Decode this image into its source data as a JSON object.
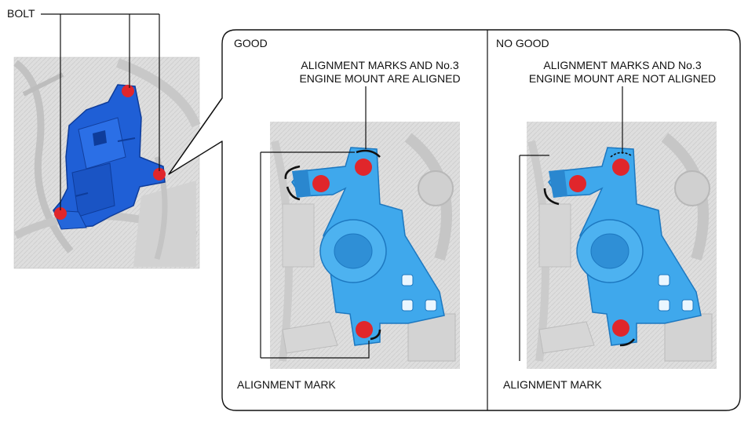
{
  "callouts": {
    "bolt": "BOLT"
  },
  "panels": [
    {
      "heading": "GOOD",
      "caption_line1": "ALIGNMENT MARKS AND No.3",
      "caption_line2": "ENGINE MOUNT ARE ALIGNED",
      "bottom_label": "ALIGNMENT MARK"
    },
    {
      "heading": "NO GOOD",
      "caption_line1": "ALIGNMENT MARKS AND No.3",
      "caption_line2": "ENGINE MOUNT ARE NOT ALIGNED",
      "bottom_label": "ALIGNMENT MARK"
    }
  ],
  "colors": {
    "mount_overview": "#1f5fd6",
    "mount_detail": "#3fa8ec",
    "bolt_marker": "#e0262b",
    "photo_background": "#dcdcdc",
    "line": "#111111"
  },
  "icons": [
    "bolt-marker-icon",
    "alignment-mark-arc-icon"
  ]
}
